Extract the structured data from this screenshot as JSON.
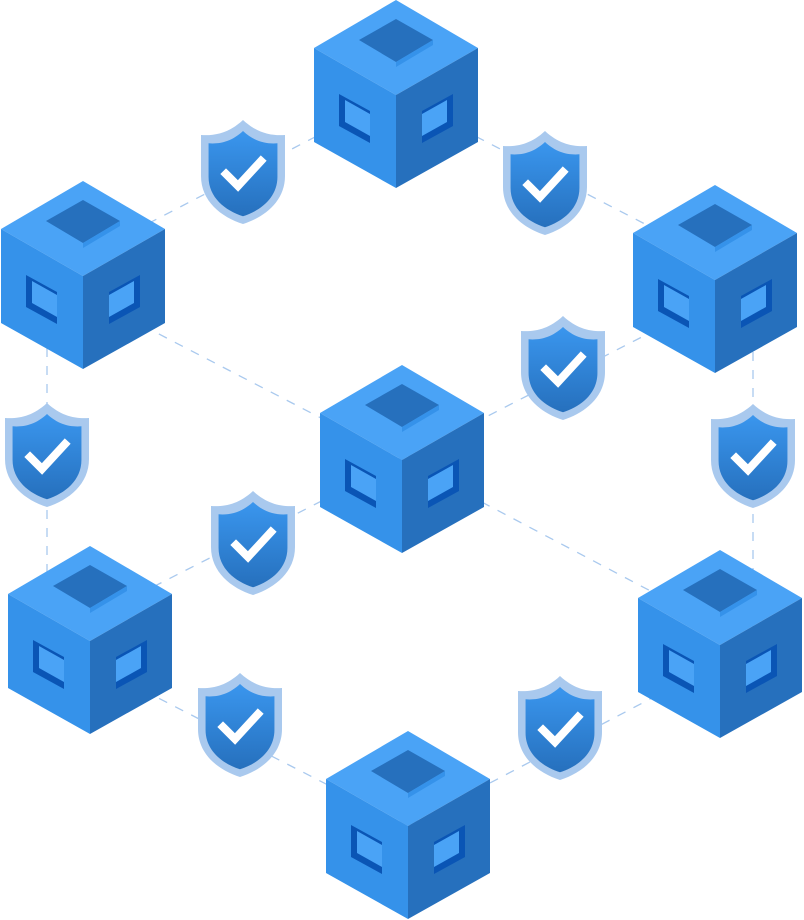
{
  "diagram": {
    "subject": "blockchain-network",
    "node_count": 7,
    "shield_count": 8,
    "node_icon": "cube-block-icon",
    "link_icon": "shield-check-icon"
  },
  "colors": {
    "cube_top": "#4aa3f6",
    "cube_left": "#3592ea",
    "cube_right": "#2670bd",
    "cube_window": "#0a55b5",
    "shield_outer": "#a9c9ee",
    "shield_inner_top": "#3a96ee",
    "shield_inner_bottom": "#2670bd",
    "check": "#ffffff",
    "link": "#a9c9ee"
  }
}
